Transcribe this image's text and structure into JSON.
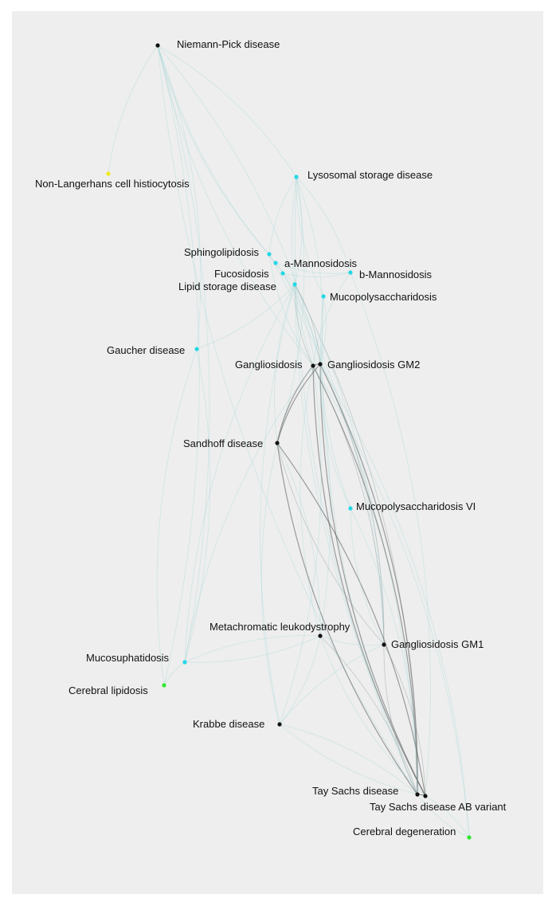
{
  "network": {
    "nodes": [
      {
        "id": "niemann-pick",
        "label": "Niemann-Pick disease",
        "color": "#111111"
      },
      {
        "id": "non-langerhans",
        "label": "Non-Langerhans cell histiocytosis",
        "color": "#f0e81a"
      },
      {
        "id": "lysosomal",
        "label": "Lysosomal storage disease",
        "color": "#22d8e6"
      },
      {
        "id": "sphingolipidosis",
        "label": "Sphingolipidosis",
        "color": "#22d8e6"
      },
      {
        "id": "a-mannosidosis",
        "label": "a-Mannosidosis",
        "color": "#22d8e6"
      },
      {
        "id": "fucosidosis",
        "label": "Fucosidosis",
        "color": "#22d8e6"
      },
      {
        "id": "b-mannosidosis",
        "label": "b-Mannosidosis",
        "color": "#22d8e6"
      },
      {
        "id": "lipid-storage",
        "label": "Lipid storage disease",
        "color": "#22d8e6"
      },
      {
        "id": "mucopolysaccharidosis",
        "label": "Mucopolysaccharidosis",
        "color": "#22d8e6"
      },
      {
        "id": "gaucher",
        "label": "Gaucher disease",
        "color": "#22d8e6"
      },
      {
        "id": "gangliosidosis",
        "label": "Gangliosidosis",
        "color": "#111111"
      },
      {
        "id": "gm2",
        "label": "Gangliosidosis GM2",
        "color": "#111111"
      },
      {
        "id": "sandhoff",
        "label": "Sandhoff disease",
        "color": "#111111"
      },
      {
        "id": "mps6",
        "label": "Mucopolysaccharidosis VI",
        "color": "#22d8e6"
      },
      {
        "id": "metachromatic",
        "label": "Metachromatic leukodystrophy",
        "color": "#111111"
      },
      {
        "id": "gm1",
        "label": "Gangliosidosis GM1",
        "color": "#111111"
      },
      {
        "id": "mucosulphatidosis",
        "label": "Mucosuphatidosis",
        "color": "#22d8e6"
      },
      {
        "id": "cerebral-lipidosis",
        "label": "Cerebral lipidosis",
        "color": "#2ee82e"
      },
      {
        "id": "krabbe",
        "label": "Krabbe disease",
        "color": "#111111"
      },
      {
        "id": "tay-sachs",
        "label": "Tay Sachs disease",
        "color": "#111111"
      },
      {
        "id": "tay-sachs-ab",
        "label": "Tay Sachs disease AB variant",
        "color": "#111111"
      },
      {
        "id": "cerebral-degeneration",
        "label": "Cerebral degeneration",
        "color": "#2ee82e"
      }
    ],
    "edges": [
      [
        "niemann-pick",
        "non-langerhans",
        1
      ],
      [
        "niemann-pick",
        "lysosomal",
        1
      ],
      [
        "niemann-pick",
        "lipid-storage",
        1
      ],
      [
        "niemann-pick",
        "gaucher",
        1
      ],
      [
        "niemann-pick",
        "gangliosidosis",
        1
      ],
      [
        "niemann-pick",
        "gm2",
        1
      ],
      [
        "niemann-pick",
        "sphingolipidosis",
        1
      ],
      [
        "niemann-pick",
        "mucosulphatidosis",
        1
      ],
      [
        "niemann-pick",
        "tay-sachs",
        1
      ],
      [
        "niemann-pick",
        "cerebral-lipidosis",
        1
      ],
      [
        "lysosomal",
        "sphingolipidosis",
        1
      ],
      [
        "lysosomal",
        "lipid-storage",
        1
      ],
      [
        "lysosomal",
        "gangliosidosis",
        1
      ],
      [
        "lysosomal",
        "gm2",
        1
      ],
      [
        "lysosomal",
        "mucopolysaccharidosis",
        1
      ],
      [
        "lysosomal",
        "b-mannosidosis",
        1
      ],
      [
        "lysosomal",
        "tay-sachs",
        1
      ],
      [
        "lysosomal",
        "sandhoff",
        1
      ],
      [
        "sphingolipidosis",
        "gangliosidosis",
        1
      ],
      [
        "sphingolipidosis",
        "tay-sachs",
        1
      ],
      [
        "a-mannosidosis",
        "b-mannosidosis",
        1
      ],
      [
        "a-mannosidosis",
        "gm2",
        1
      ],
      [
        "fucosidosis",
        "b-mannosidosis",
        1
      ],
      [
        "fucosidosis",
        "gm1",
        1
      ],
      [
        "lipid-storage",
        "gangliosidosis",
        2
      ],
      [
        "lipid-storage",
        "gm2",
        2
      ],
      [
        "lipid-storage",
        "sandhoff",
        1
      ],
      [
        "lipid-storage",
        "tay-sachs",
        2
      ],
      [
        "lipid-storage",
        "tay-sachs-ab",
        1
      ],
      [
        "lipid-storage",
        "gm1",
        1
      ],
      [
        "lipid-storage",
        "krabbe",
        1
      ],
      [
        "lipid-storage",
        "metachromatic",
        1
      ],
      [
        "lipid-storage",
        "mucosulphatidosis",
        1
      ],
      [
        "lipid-storage",
        "gaucher",
        1
      ],
      [
        "mucopolysaccharidosis",
        "mps6",
        1
      ],
      [
        "mucopolysaccharidosis",
        "gm2",
        1
      ],
      [
        "mucopolysaccharidosis",
        "tay-sachs",
        1
      ],
      [
        "b-mannosidosis",
        "tay-sachs-ab",
        1
      ],
      [
        "b-mannosidosis",
        "gangliosidosis",
        1
      ],
      [
        "gaucher",
        "mucosulphatidosis",
        1
      ],
      [
        "gaucher",
        "cerebral-lipidosis",
        1
      ],
      [
        "gangliosidosis",
        "gm2",
        3
      ],
      [
        "gangliosidosis",
        "sandhoff",
        3
      ],
      [
        "gangliosidosis",
        "tay-sachs",
        3
      ],
      [
        "gangliosidosis",
        "tay-sachs-ab",
        3
      ],
      [
        "gangliosidosis",
        "gm1",
        2
      ],
      [
        "gangliosidosis",
        "metachromatic",
        1
      ],
      [
        "gangliosidosis",
        "krabbe",
        1
      ],
      [
        "gangliosidosis",
        "mucosulphatidosis",
        1
      ],
      [
        "gangliosidosis",
        "cerebral-degeneration",
        1
      ],
      [
        "gm2",
        "sandhoff",
        3
      ],
      [
        "gm2",
        "tay-sachs",
        3
      ],
      [
        "gm2",
        "tay-sachs-ab",
        3
      ],
      [
        "gm2",
        "gm1",
        2
      ],
      [
        "gm2",
        "mps6",
        1
      ],
      [
        "gm2",
        "cerebral-degeneration",
        1
      ],
      [
        "sandhoff",
        "tay-sachs",
        3
      ],
      [
        "sandhoff",
        "tay-sachs-ab",
        3
      ],
      [
        "sandhoff",
        "gm1",
        2
      ],
      [
        "sandhoff",
        "metachromatic",
        1
      ],
      [
        "sandhoff",
        "krabbe",
        1
      ],
      [
        "mps6",
        "tay-sachs",
        1
      ],
      [
        "mps6",
        "gm1",
        1
      ],
      [
        "metachromatic",
        "tay-sachs",
        2
      ],
      [
        "metachromatic",
        "tay-sachs-ab",
        1
      ],
      [
        "metachromatic",
        "krabbe",
        1
      ],
      [
        "metachromatic",
        "gm1",
        1
      ],
      [
        "metachromatic",
        "mucosulphatidosis",
        1
      ],
      [
        "gm1",
        "tay-sachs",
        2
      ],
      [
        "gm1",
        "tay-sachs-ab",
        2
      ],
      [
        "gm1",
        "krabbe",
        1
      ],
      [
        "mucosulphatidosis",
        "metachromatic",
        1
      ],
      [
        "mucosulphatidosis",
        "cerebral-lipidosis",
        1
      ],
      [
        "krabbe",
        "tay-sachs",
        1
      ],
      [
        "krabbe",
        "tay-sachs-ab",
        1
      ],
      [
        "tay-sachs",
        "tay-sachs-ab",
        3
      ],
      [
        "tay-sachs",
        "cerebral-degeneration",
        1
      ],
      [
        "tay-sachs-ab",
        "cerebral-degeneration",
        1
      ]
    ]
  }
}
